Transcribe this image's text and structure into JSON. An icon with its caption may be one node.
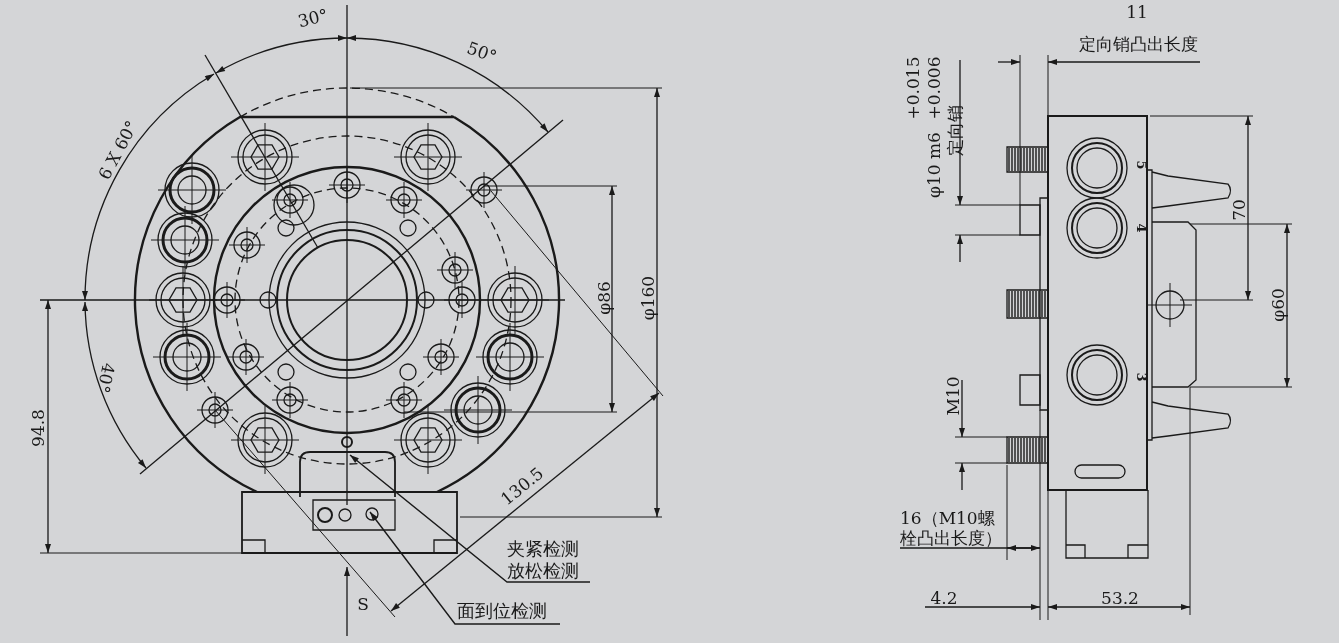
{
  "diagram": {
    "nodes": [
      {
        "text": [
          "夹紧检测",
          "放松检测"
        ]
      },
      {
        "text": [
          "面到位检测"
        ]
      }
    ],
    "edges": [
      {
        "from": 0,
        "to": null,
        "arrow": "to"
      },
      {
        "from": 1,
        "to": null,
        "arrow": "to"
      }
    ],
    "labels": [
      "30°",
      "50°",
      "6 X 60°",
      "40°",
      "94.8",
      "φ86",
      "φ160",
      "130.5",
      "S",
      "11",
      "定向销凸出长度",
      "φ10 m6",
      "+0.015",
      "+0.006",
      "定向销",
      "5",
      "4",
      "3",
      "70",
      "φ60",
      "M10",
      "16（M10螺栓凸出长度）",
      "4.2",
      "53.2"
    ]
  }
}
